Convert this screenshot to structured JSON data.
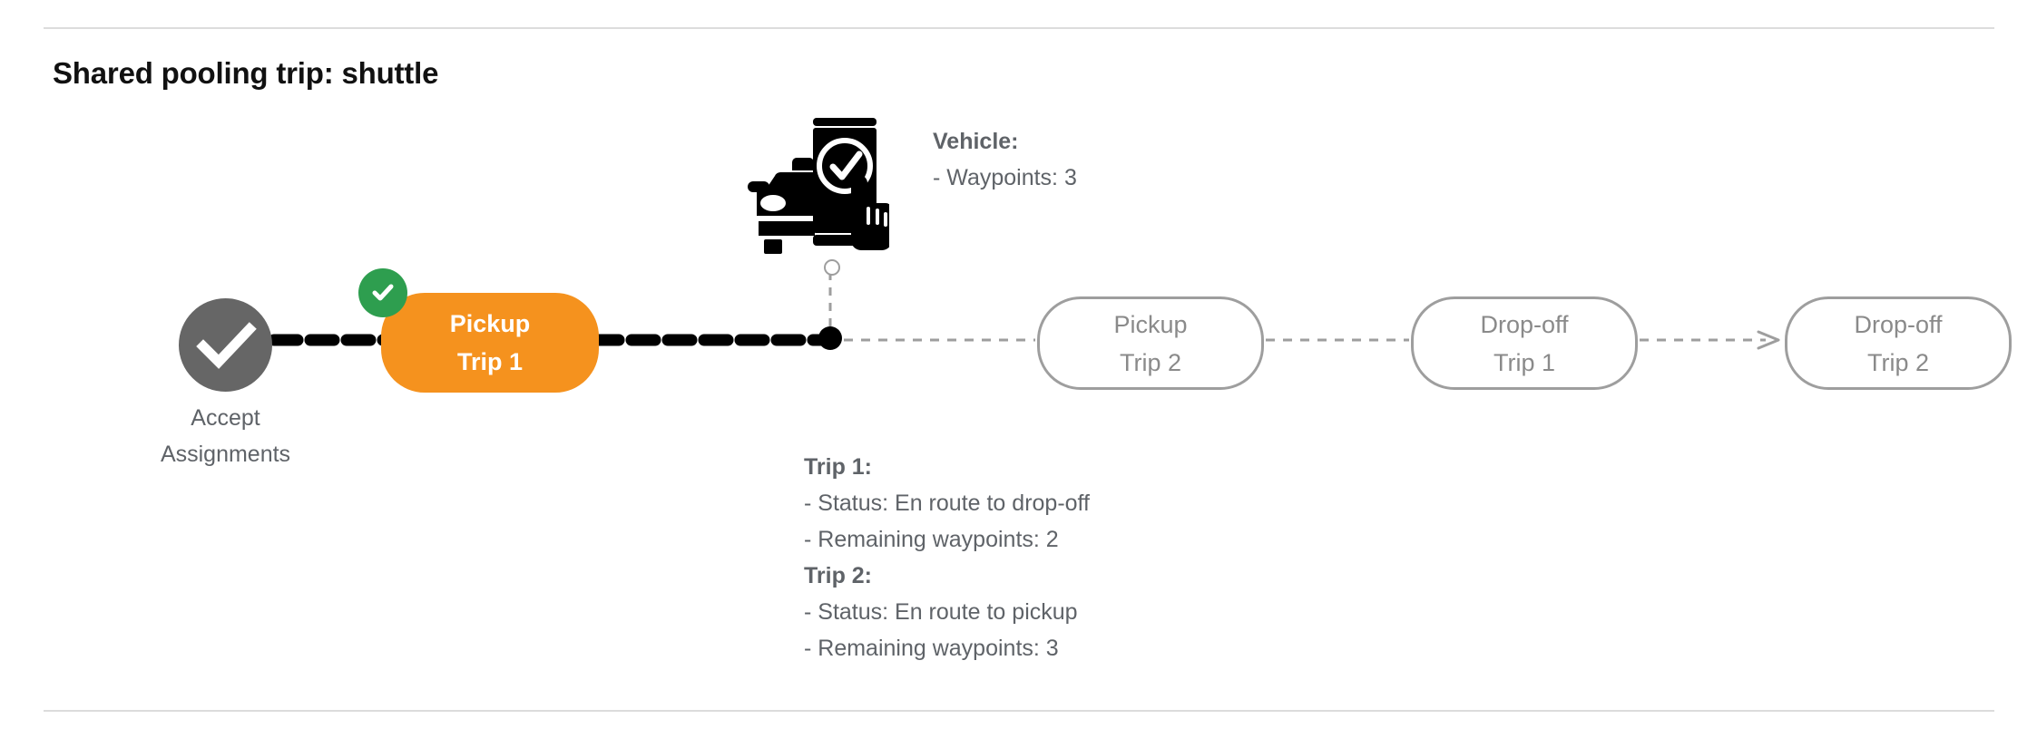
{
  "title": "Shared pooling trip: shuttle",
  "colors": {
    "active_pill": "#F5921E",
    "pending_pill_border": "#9e9e9e",
    "pending_pill_text": "#8a8a8a",
    "accept_circle": "#666666",
    "badge_green": "#2E9E4F",
    "text_gray": "#5f6368",
    "rule_gray": "#dcdcdc",
    "line_black": "#000000",
    "line_gray": "#9e9e9e"
  },
  "accept_node": {
    "icon": "check-circle-icon",
    "label_line1": "Accept",
    "label_line2": "Assignments"
  },
  "badge": {
    "icon": "green-check-badge-icon"
  },
  "nodes": [
    {
      "id": "pickup-trip-1",
      "line1": "Pickup",
      "line2": "Trip 1",
      "state": "active"
    },
    {
      "id": "pickup-trip-2",
      "line1": "Pickup",
      "line2": "Trip 2",
      "state": "pending"
    },
    {
      "id": "drop-off-trip-1",
      "line1": "Drop-off",
      "line2": "Trip 1",
      "state": "pending"
    },
    {
      "id": "drop-off-trip-2",
      "line1": "Drop-off",
      "line2": "Trip 2",
      "state": "pending"
    }
  ],
  "vehicle": {
    "icon": "vehicle-phone-check-icon",
    "marker_icon": "vehicle-position-marker-icon",
    "header": "Vehicle:",
    "rows": [
      "- Waypoints: 3"
    ]
  },
  "trips": {
    "trip1_header": "Trip 1:",
    "trip1_rows": [
      "- Status:  En route to drop-off",
      "- Remaining waypoints: 2"
    ],
    "trip2_header": "Trip 2:",
    "trip2_rows": [
      "- Status:  En route to pickup",
      "- Remaining waypoints: 3"
    ]
  }
}
